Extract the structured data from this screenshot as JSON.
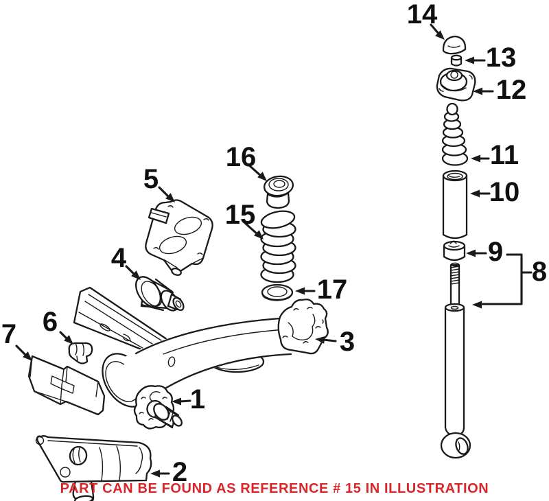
{
  "figure": {
    "kind": "exploded-parts-diagram",
    "background_color": "#ffffff",
    "line_color": "#1a1a1a",
    "label_color": "#101010",
    "callouts": [
      {
        "label": "1",
        "depicts": "wheel-hub-stub-axle"
      },
      {
        "label": "2",
        "depicts": "splash-shield"
      },
      {
        "label": "3",
        "depicts": "rear-axle-beam"
      },
      {
        "label": "4",
        "depicts": "trailing-arm-bushing"
      },
      {
        "label": "5",
        "depicts": "bushing-mount-bracket"
      },
      {
        "label": "6",
        "depicts": "retainer-clip"
      },
      {
        "label": "7",
        "depicts": "mounting-block"
      },
      {
        "label": "8",
        "depicts": "shock-absorber"
      },
      {
        "label": "9",
        "depicts": "shock-bushing"
      },
      {
        "label": "10",
        "depicts": "shock-dust-sleeve"
      },
      {
        "label": "11",
        "depicts": "bump-stop"
      },
      {
        "label": "12",
        "depicts": "upper-shock-mount"
      },
      {
        "label": "13",
        "depicts": "mount-nut"
      },
      {
        "label": "14",
        "depicts": "mount-cap"
      },
      {
        "label": "15",
        "depicts": "coil-spring"
      },
      {
        "label": "16",
        "depicts": "upper-spring-seat"
      },
      {
        "label": "17",
        "depicts": "lower-spring-seat"
      }
    ],
    "note": {
      "text": "PART CAN BE FOUND AS REFERENCE # 15 IN ILLUSTRATION",
      "color": "#d8262a"
    }
  }
}
